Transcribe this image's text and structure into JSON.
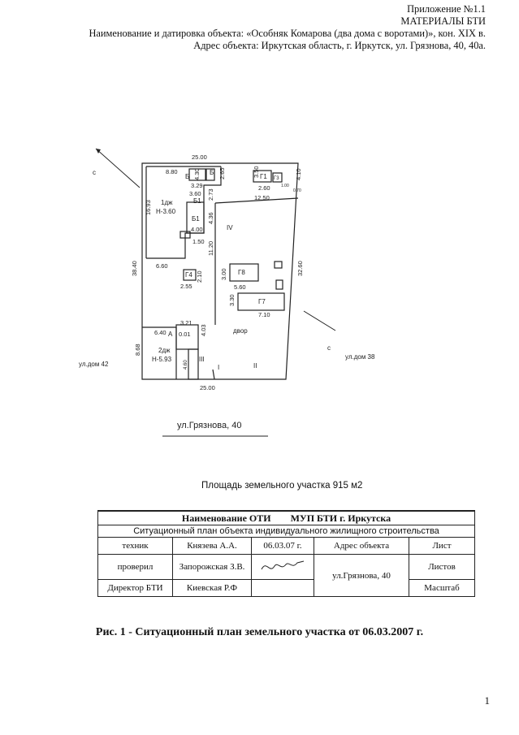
{
  "header": {
    "appendix": "Приложение №1.1",
    "materials": "МАТЕРИАЛЫ БТИ",
    "object_name": "Наименование и датировка объекта: «Особняк Комарова (два дома с воротами)», кон. XIX в.",
    "address": "Адрес объекта: Иркутская область, г. Иркутск, ул. Грязнова, 40, 40а."
  },
  "plan": {
    "dimensions": [
      "25.00",
      "8.80",
      "4.30",
      "2.65",
      "3.50",
      "4.10",
      "3.29",
      "2.60",
      "1.00",
      "0.70",
      "3.60",
      "2.73",
      "12.50",
      "4.36",
      "4.00",
      "1.50",
      "11.20",
      "16.93",
      "38.40",
      "32.60",
      "6.60",
      "2.10",
      "2.55",
      "3.00",
      "5.60",
      "3.30",
      "7.10",
      "3.21",
      "6.40",
      "4.03",
      "0.01",
      "8.68",
      "4.60",
      "25.00"
    ],
    "labels": {
      "b1": "Б",
      "b2": "Б",
      "g1": "Г1",
      "g3": "Г3",
      "b1a": "Б1",
      "b1b": "Б1",
      "house1": "1дж",
      "house1_h": "Н-3.60",
      "iv": "IV",
      "g4": "Г4",
      "g8": "Г8",
      "g7": "Г7",
      "a": "А",
      "house2": "2дж",
      "house2_h": "Н-5.93",
      "dvor": "двор",
      "iii": "III",
      "i": "I",
      "ii": "II",
      "north_l": "с",
      "north_r": "с"
    },
    "neighbor_left": "ул.дом 42",
    "neighbor_right": "ул.дом 38",
    "street": "ул.Грязнова, 40"
  },
  "area_text": "Площадь земельного участка 915 м2",
  "stamp": {
    "org_title": "Наименование ОТИ",
    "org_name": "МУП БТИ г. Иркутска",
    "doc_title": "Ситуационный план объекта индивидуального жилищного строительства",
    "row1_role": "техник",
    "row1_name": "Князева А.А.",
    "row1_date": "06.03.07 г.",
    "address_label": "Адрес объекта",
    "sheet_label": "Лист",
    "row2_role": "проверил",
    "row2_name": "Запорожская З.В.",
    "address_value": "ул.Грязнова, 40",
    "sheets_label": "Листов",
    "row3_role": "Директор БТИ",
    "row3_name": "Киевская Р.Ф",
    "scale_label": "Масштаб"
  },
  "caption": "Рис. 1 - Ситуационный план  земельного участка от 06.03.2007 г.",
  "page_number": "1"
}
